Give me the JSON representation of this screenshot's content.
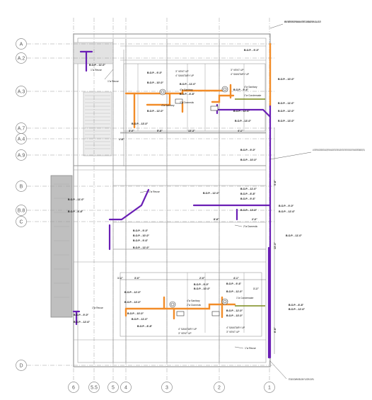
{
  "grid": {
    "rows": [
      "A",
      "A.2",
      "A.3",
      "A.7",
      "A.4",
      "A.9",
      "B",
      "B.8",
      "C",
      "D"
    ],
    "cols": [
      "6",
      "5.5",
      "5",
      "4",
      "3",
      "2",
      "1"
    ]
  },
  "notes": {
    "new_water": "NEW 6\"WATER SERVICE FROM MAIN IN STREET. COORDINATE WITH LOCAL UTILITY.",
    "hot_water": "ALL HOT WATER PIPING IN UNCONDITIONED SPACES SHALL BE EQUIPPED WITH AN INSULATED HEAT TRACE SYSTEM. REGULATED HEAT TRACE SYSTEM SYSTEM TO BE INSTALLED PER THE MANUFACTURERS RECOMMENDATIONS (TYPICAL).",
    "stub_down": "STUB DOWN BELOW FLOOR LEVEL",
    "vent_up": "3\" VENT UP",
    "sanitary_up": "4\" SANITARY UP",
    "sanitary": "4\"ø Sanitary",
    "condensate": "1\"ø Condensate",
    "domestic": "2\"ø Domestic",
    "reuse": "1\"ø Reuse"
  },
  "dims": {
    "d1": "1'-6\"",
    "d2": "5'-8\"",
    "d3": "13'-3\"",
    "d4": "4'-1\"",
    "d5": "3'-0\"",
    "d6": "8'-8\"",
    "d7": "2'-0\"",
    "d8": "1'-1\""
  },
  "elevations": {
    "e1": "B.O.P. - 9'-0\"",
    "e2": "B.O.P. - 10'-0\"",
    "e3": "B.O.P. - 11'-0\"",
    "e4": "B.O.P. - 12'-0\"",
    "e5": "B.O.P. - 13'-0\"",
    "e6": "B.O.P. - 8'-8\"",
    "e7": "B.O.P. - 9'-6\"",
    "e8": "B.O.P. - 12'-6\""
  },
  "colors": {
    "sanitary": "#f28c28",
    "domestic": "#6a1fb5",
    "gas": "#7a8c1a",
    "grid": "#9a9a9a",
    "wall": "#8c8c8c"
  }
}
